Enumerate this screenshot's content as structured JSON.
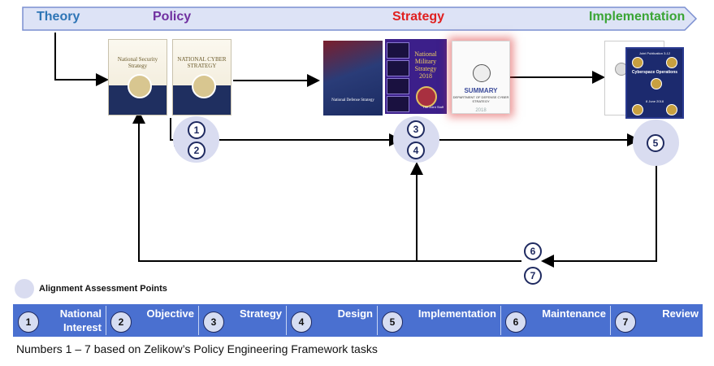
{
  "phases": {
    "theory": {
      "label": "Theory",
      "color": "#2e75b6"
    },
    "policy": {
      "label": "Policy",
      "color": "#7030a0"
    },
    "strategy": {
      "label": "Strategy",
      "color": "#e02020"
    },
    "implementation": {
      "label": "Implementation",
      "color": "#3aa535"
    }
  },
  "banner": {
    "fill": "#dde3f6",
    "stroke": "#7b8fd0"
  },
  "documents": {
    "nss": {
      "title": "National Security Strategy"
    },
    "ncs": {
      "title": "NATIONAL CYBER STRATEGY"
    },
    "nds": {
      "title": "National Defense Strategy"
    },
    "nms": {
      "title": "National Military Strategy 2018",
      "subtitle": "The Joint Staff"
    },
    "dcs": {
      "title": "SUMMARY",
      "subtitle": "DEPARTMENT OF DEFENSE CYBER STRATEGY",
      "year": "2018"
    },
    "jp": {
      "title": "Cyberspace Operations",
      "subtitle": "Joint Publication 3-12",
      "date": "8 June 2018"
    }
  },
  "alignment_points": [
    "1",
    "2",
    "3",
    "4",
    "5",
    "6",
    "7"
  ],
  "legend": {
    "label": "Alignment Assessment Points",
    "color": "#d9dcf0"
  },
  "tasks": [
    {
      "num": "1",
      "label": "National Interest"
    },
    {
      "num": "2",
      "label": "Objective"
    },
    {
      "num": "3",
      "label": "Strategy"
    },
    {
      "num": "4",
      "label": "Design"
    },
    {
      "num": "5",
      "label": "Implementation"
    },
    {
      "num": "6",
      "label": "Maintenance"
    },
    {
      "num": "7",
      "label": "Review"
    }
  ],
  "task_bar_color": "#4a70d0",
  "footnote": "Numbers 1 – 7 based on Zelikow’s Policy Engineering Framework tasks"
}
